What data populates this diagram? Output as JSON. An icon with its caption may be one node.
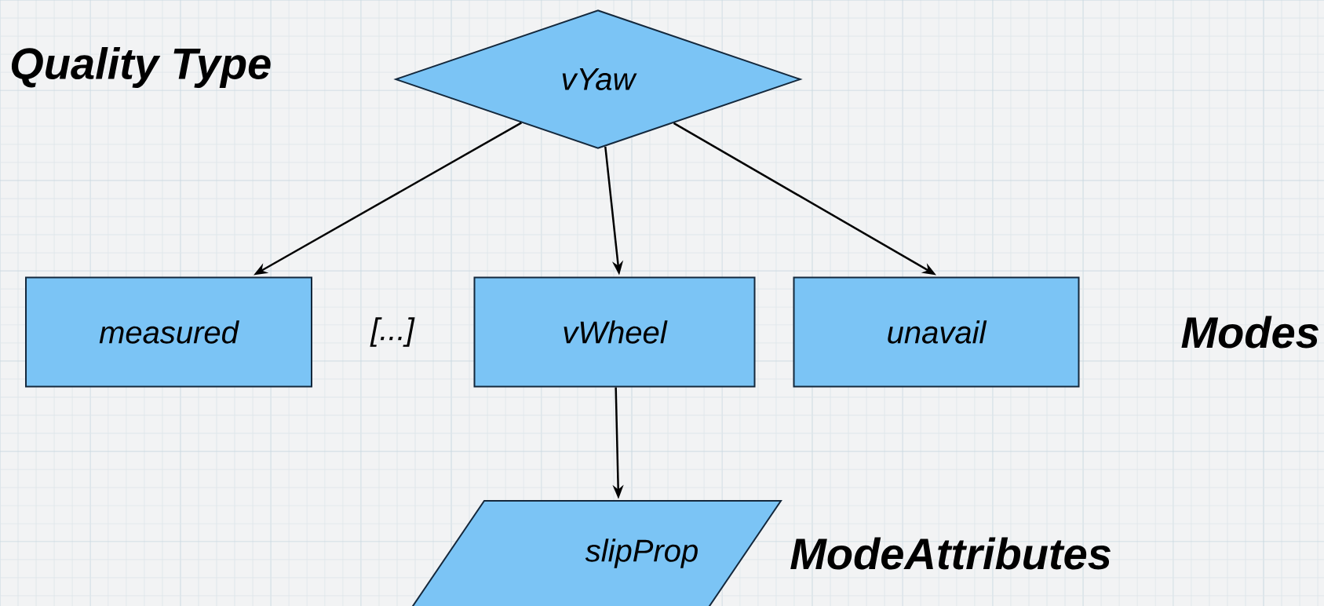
{
  "diagram": {
    "nodes": [
      {
        "text": [
          "vYaw"
        ]
      },
      {
        "text": [
          "measured"
        ]
      },
      {
        "text": [
          "vWheel"
        ]
      },
      {
        "text": [
          "unavail"
        ]
      },
      {
        "text": [
          "slipProp"
        ]
      }
    ],
    "edges": [
      {
        "from": 0,
        "to": 1,
        "arrow": "to"
      },
      {
        "from": 0,
        "to": 2,
        "arrow": "to"
      },
      {
        "from": 0,
        "to": 3,
        "arrow": "to"
      },
      {
        "from": 2,
        "to": 4,
        "arrow": "to"
      }
    ],
    "labels": [
      "Quality Type",
      "[...]",
      "Modes",
      "ModeAttributes"
    ]
  }
}
